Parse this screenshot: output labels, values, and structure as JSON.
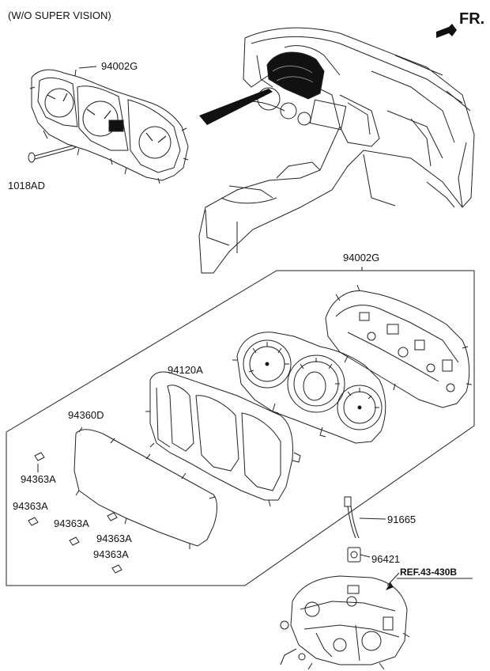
{
  "header": {
    "note": "(W/O SUPER VISION)",
    "direction": "FR."
  },
  "parts": {
    "cluster_top": "94002G",
    "screw": "1018AD",
    "cluster_assy": "94002G",
    "housing": "94120A",
    "window": "94360D",
    "clip_1": "94363A",
    "clip_2": "94363A",
    "clip_3": "94363A",
    "clip_4": "94363A",
    "clip_5": "94363A",
    "speed_sensor_harness": "91665",
    "speed_sensor": "96421",
    "reference": "REF.43-430B"
  }
}
